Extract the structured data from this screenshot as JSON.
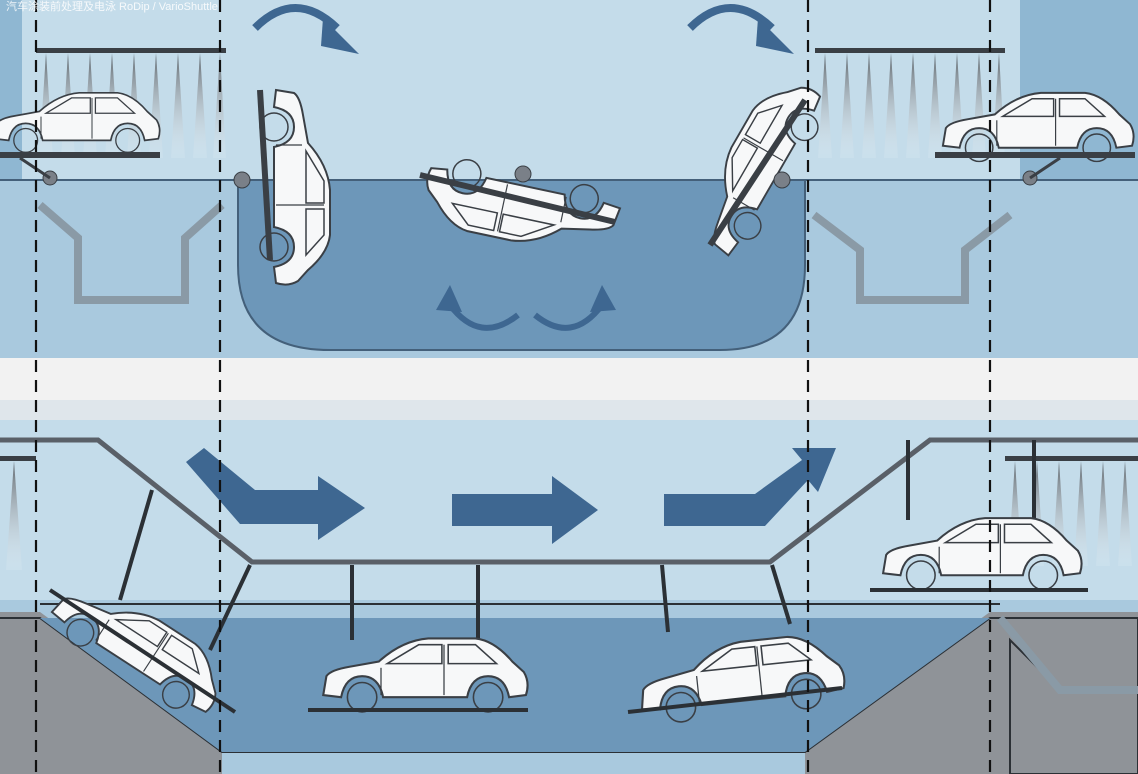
{
  "caption": "汽车涂装前处理及电泳 RoDip / VarioShuttle",
  "top_diagram": {
    "name": "rotating-dip-process",
    "rotation_arrow_icons": [
      "curved-arrow-down-right",
      "curved-arrow-down-right"
    ],
    "tank_rotation_icons": [
      "rotate-left-arrow",
      "rotate-right-arrow"
    ]
  },
  "bottom_diagram": {
    "name": "shuttle-dip-process",
    "flow_arrow_icons": [
      "bent-arrow-right",
      "arrow-right",
      "bent-arrow-up-right"
    ]
  },
  "colors": {
    "sky": "#c4dcea",
    "tank_bg": "#a9c9de",
    "liquid": "#6d97b9",
    "arrow": "#3e6791",
    "gray_wall": "#8f9398",
    "divider": "#f2f2f2"
  }
}
